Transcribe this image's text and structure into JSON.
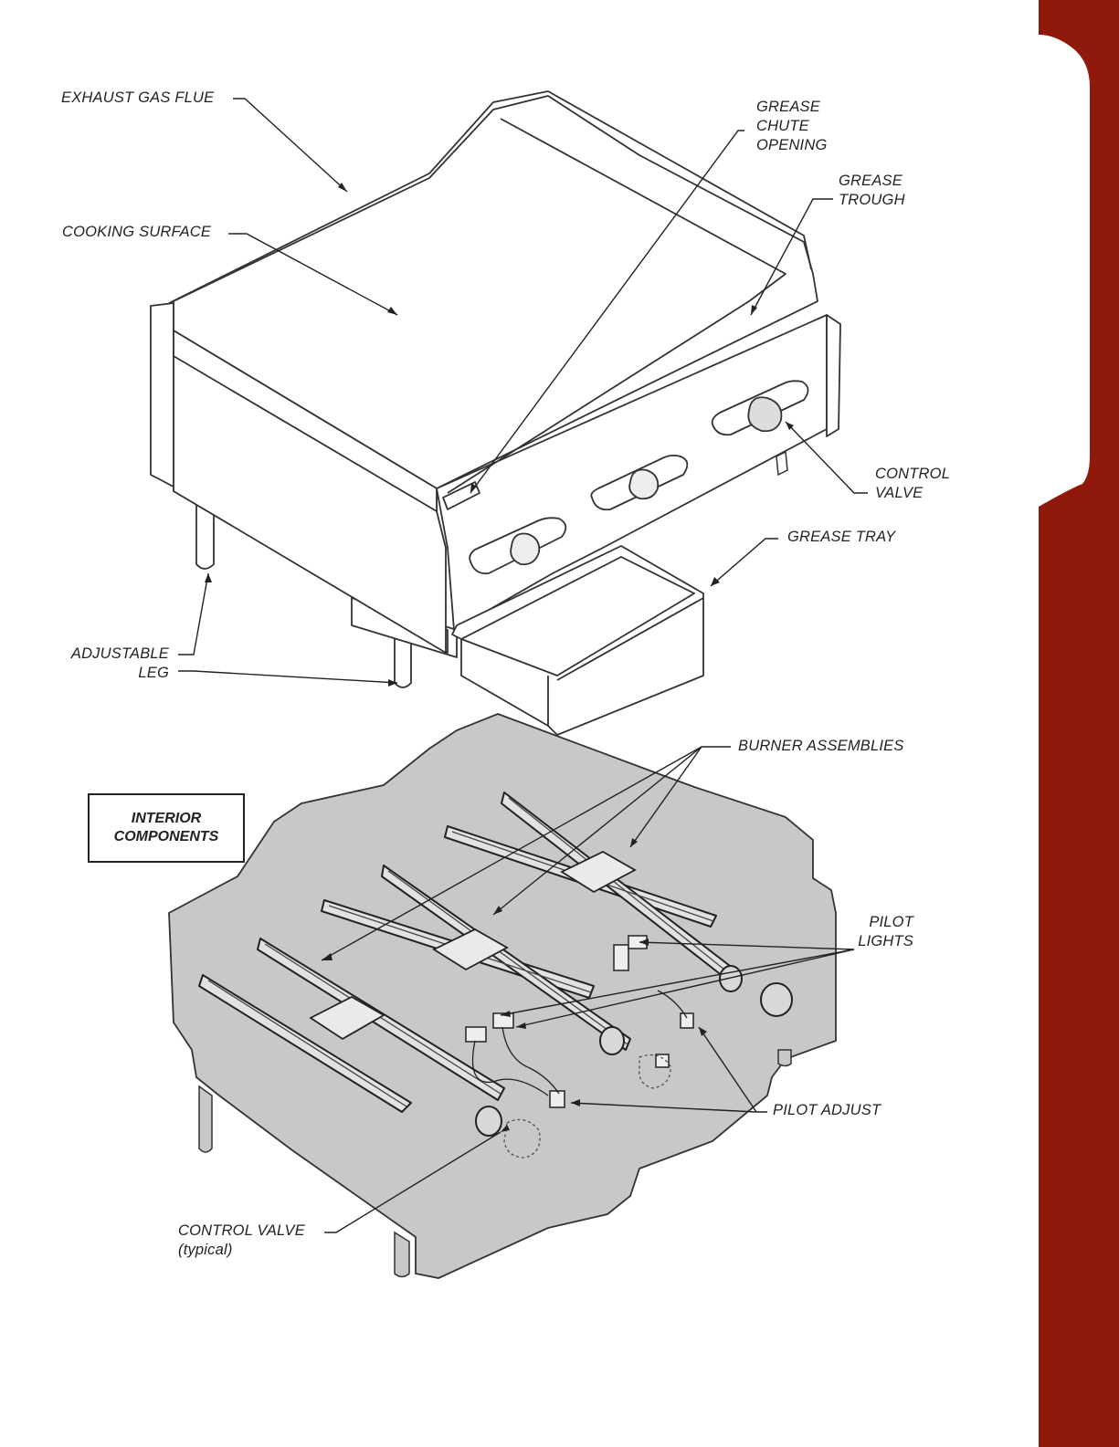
{
  "labels": {
    "exhaust_gas_flue": "EXHAUST GAS FLUE",
    "grease_chute_opening": [
      "GREASE",
      "CHUTE",
      "OPENING"
    ],
    "grease_trough": [
      "GREASE",
      "TROUGH"
    ],
    "cooking_surface": "COOKING SURFACE",
    "control_valve": [
      "CONTROL",
      "VALVE"
    ],
    "grease_tray": "GREASE TRAY",
    "adjustable_leg": [
      "ADJUSTABLE",
      "LEG"
    ],
    "burner_assemblies": "BURNER ASSEMBLIES",
    "interior_components": [
      "INTERIOR",
      "COMPONENTS"
    ],
    "pilot_lights": [
      "PILOT",
      "LIGHTS"
    ],
    "pilot_adjust": "PILOT ADJUST",
    "control_valve_typical": "CONTROL VALVE",
    "typical_note": "(typical)"
  },
  "colors": {
    "side_tab": "#8f1a0c",
    "interior_fill": "#c8c8c8",
    "line": "#333333"
  }
}
